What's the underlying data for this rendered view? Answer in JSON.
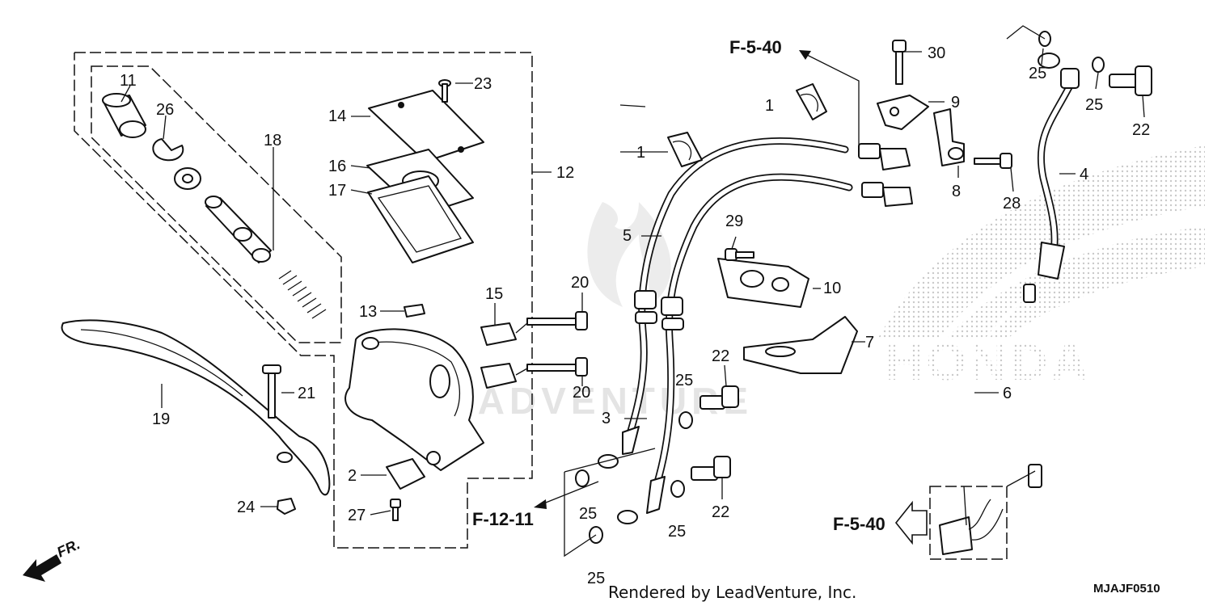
{
  "callouts": {
    "c1a": "1",
    "c1b": "1",
    "c2": "2",
    "c3": "3",
    "c4": "4",
    "c5": "5",
    "c6": "6",
    "c7": "7",
    "c8": "8",
    "c9": "9",
    "c10": "10",
    "c11": "11",
    "c12": "12",
    "c13": "13",
    "c14": "14",
    "c15": "15",
    "c16": "16",
    "c17": "17",
    "c18": "18",
    "c19": "19",
    "c20a": "20",
    "c20b": "20",
    "c21": "21",
    "c22a": "22",
    "c22b": "22",
    "c22c": "22",
    "c23": "23",
    "c24": "24",
    "c25a": "25",
    "c25b": "25",
    "c25c": "25",
    "c25d": "25",
    "c25e": "25",
    "c25f": "25",
    "c26": "26",
    "c27": "27",
    "c28": "28",
    "c29": "29",
    "c30": "30"
  },
  "refs": {
    "f540_top": "F-5-40",
    "f1211": "F-12-11",
    "f540_right": "F-5-40"
  },
  "front_marker": "FR.",
  "watermark": "LEADVENTURE",
  "brand_watermark": "HONDA",
  "footer": "Rendered by LeadVenture, Inc.",
  "diagram_code": "MJAJF0510"
}
